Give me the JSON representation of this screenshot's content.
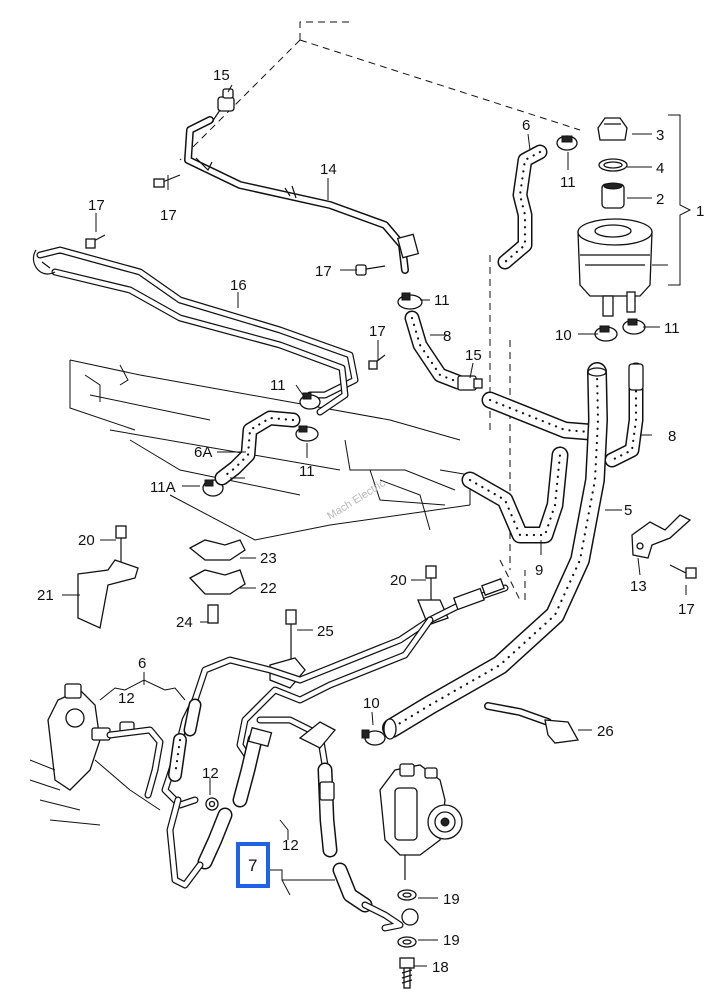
{
  "watermark": "Mach Electric",
  "callouts": {
    "c15a": "15",
    "c14": "14",
    "c17a": "17",
    "c17b": "17",
    "c17c": "17",
    "c17d": "17",
    "c16": "16",
    "c6a": "6",
    "c11a": "11",
    "c3": "3",
    "c4": "4",
    "c2": "2",
    "c1": "1",
    "c11b": "11",
    "c8a": "8",
    "c15b": "15",
    "c10a": "10",
    "c11c": "11",
    "c8b": "8",
    "c11d": "11",
    "c11e": "11",
    "c6A": "6A",
    "c11A": "11A",
    "c5": "5",
    "c9": "9",
    "c13": "13",
    "c17e": "17",
    "c20a": "20",
    "c21": "21",
    "c23": "23",
    "c22": "22",
    "c24": "24",
    "c20b": "20",
    "c25": "25",
    "c6b": "6",
    "c12a": "12",
    "c10b": "10",
    "c26": "26",
    "c12b": "12",
    "c7": "7",
    "c12c": "12",
    "c19a": "19",
    "c19b": "19",
    "c18": "18"
  },
  "highlight_color": "#1e63e6"
}
